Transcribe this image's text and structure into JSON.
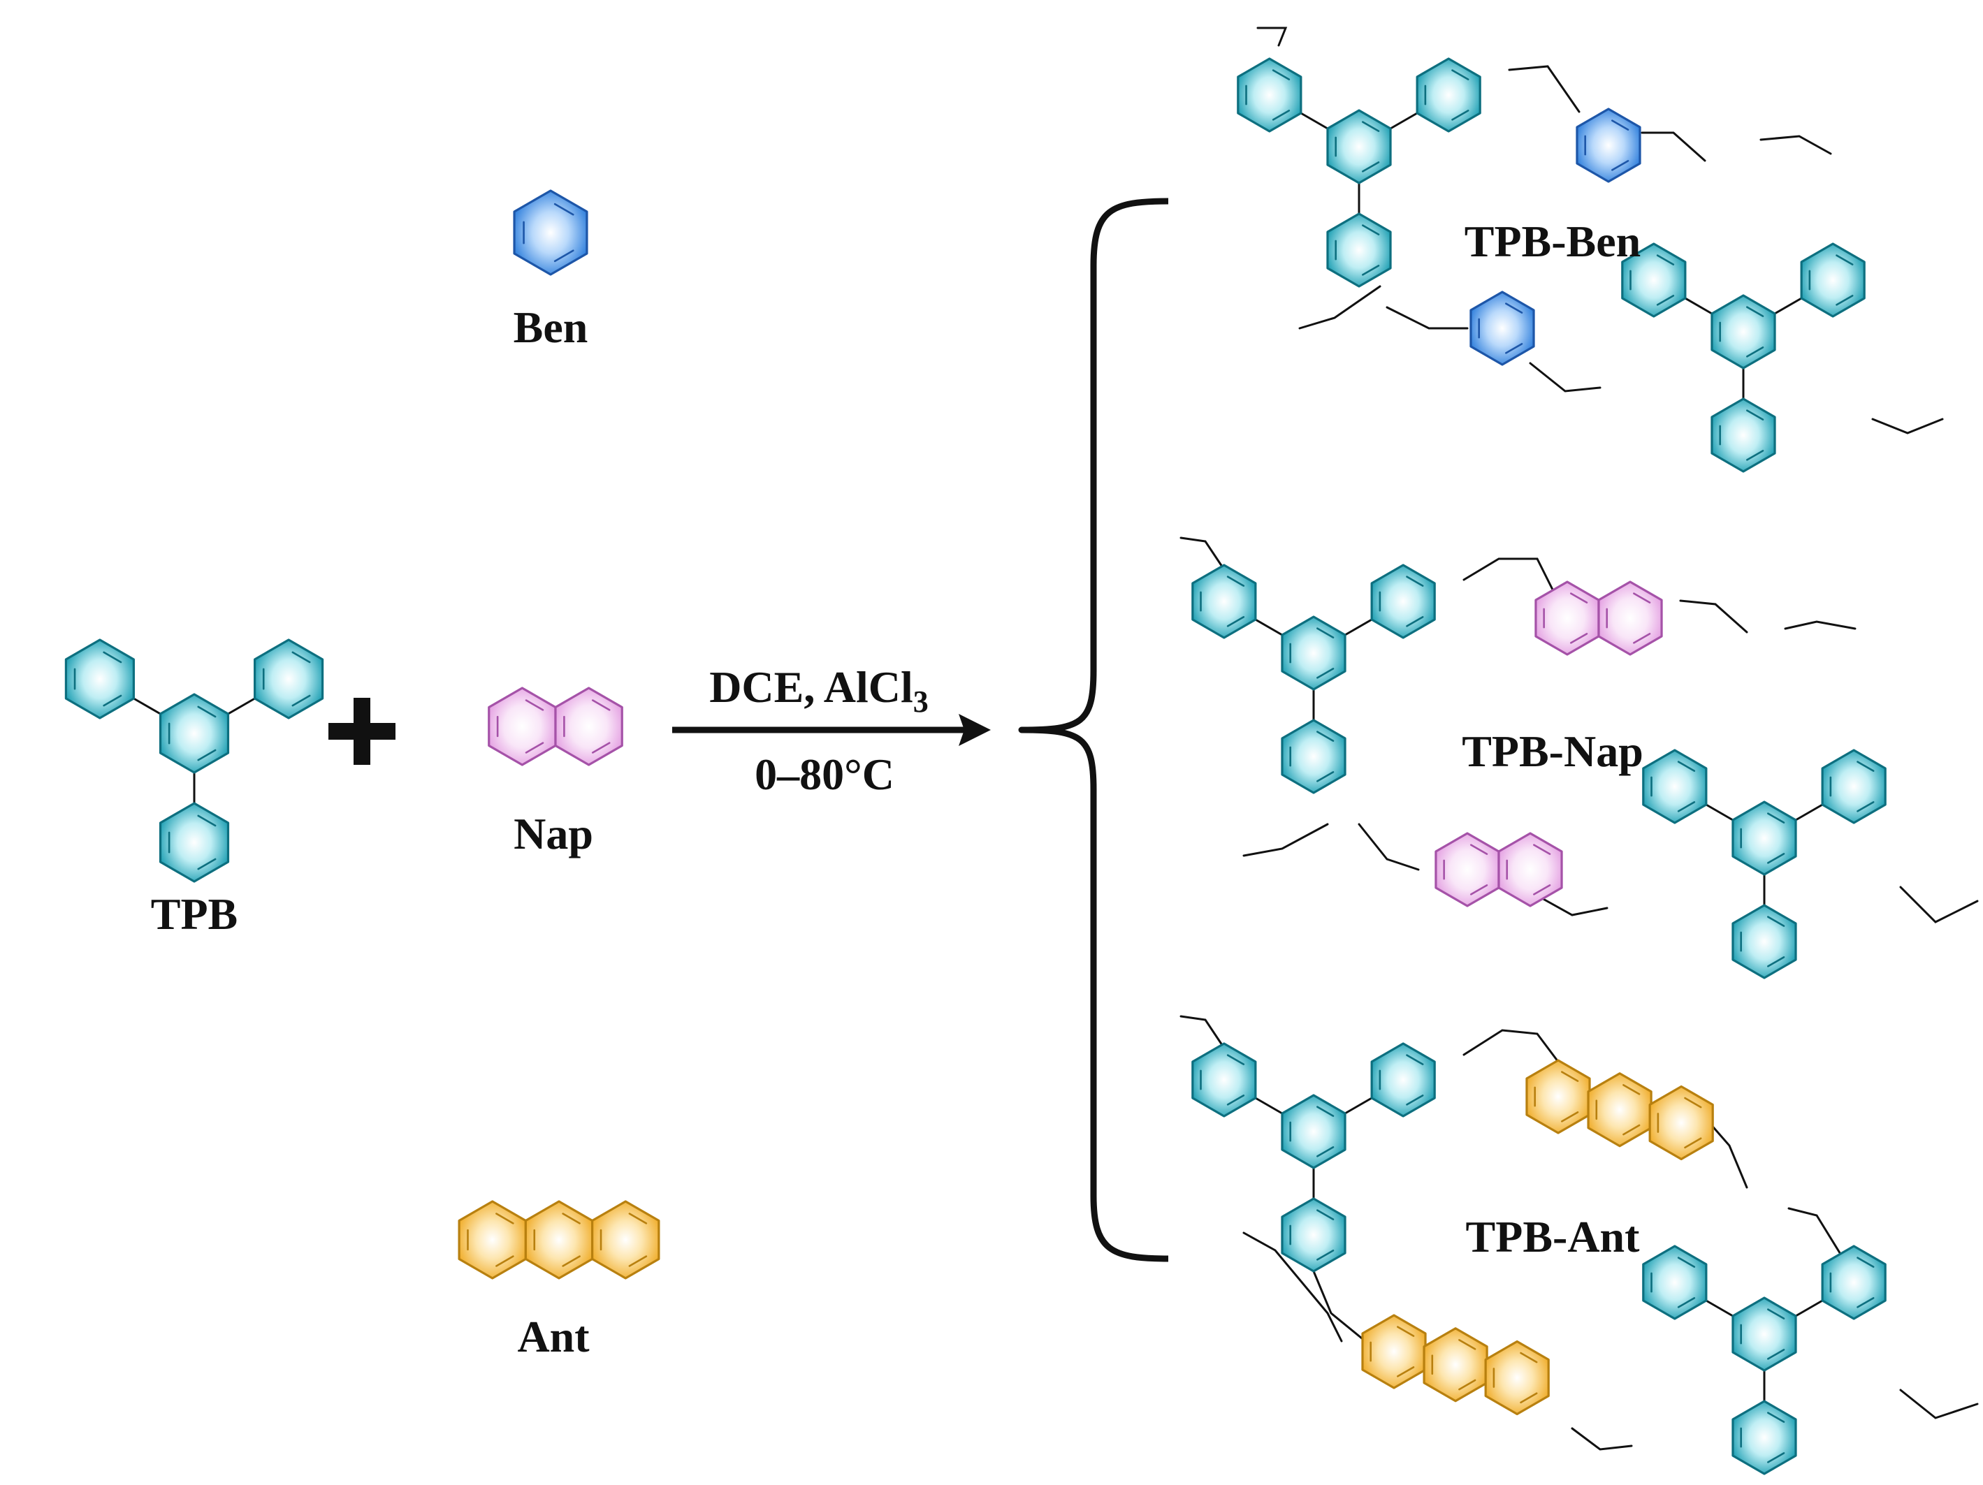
{
  "reactants": {
    "tpb": "TPB",
    "ben": "Ben",
    "nap": "Nap",
    "ant": "Ant"
  },
  "conditions": {
    "reagents_main": "DCE, AlCl",
    "reagents_sub": "3",
    "temperature": "0–80°C"
  },
  "products": {
    "tpb_ben": "TPB-Ben",
    "tpb_nap": "TPB-Nap",
    "tpb_ant": "TPB-Ant"
  },
  "colors": {
    "tpb_ring": "#2aa6b8",
    "tpb_ring_dark": "#0d6f7f",
    "ben_ring": "#3e8be0",
    "ben_ring_dark": "#1d56a8",
    "nap_ring": "#e8a8e6",
    "nap_ring_dark": "#a552a8",
    "ant_ring": "#f4b93c",
    "ant_ring_dark": "#b8800f",
    "ink": "#111111"
  }
}
